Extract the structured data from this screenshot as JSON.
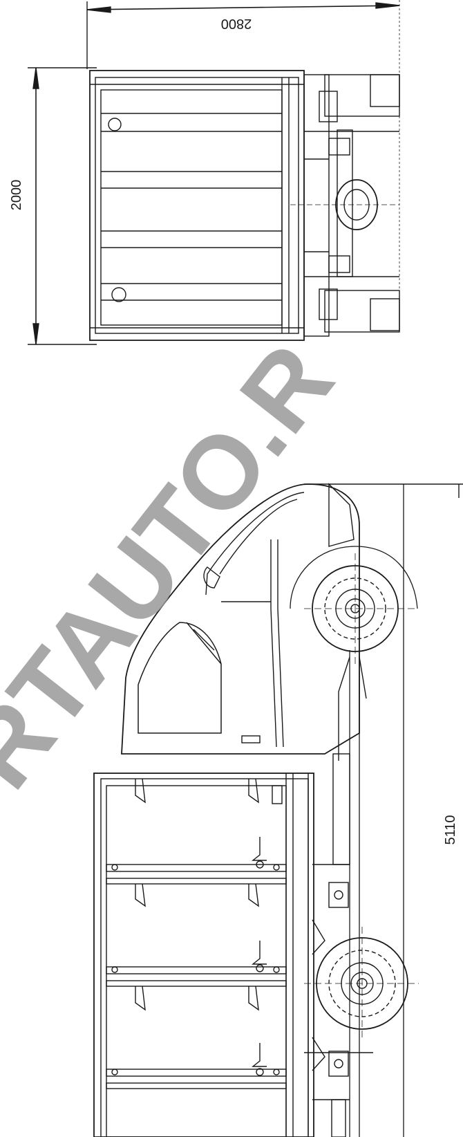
{
  "dimensions": {
    "width_top": "2800",
    "height_left": "2000",
    "length_side": "5110"
  },
  "watermark": {
    "text": "RTAUTO.R",
    "color": "#9a9a9a"
  },
  "colors": {
    "line": "#1a1a1a",
    "background": "#ffffff"
  }
}
